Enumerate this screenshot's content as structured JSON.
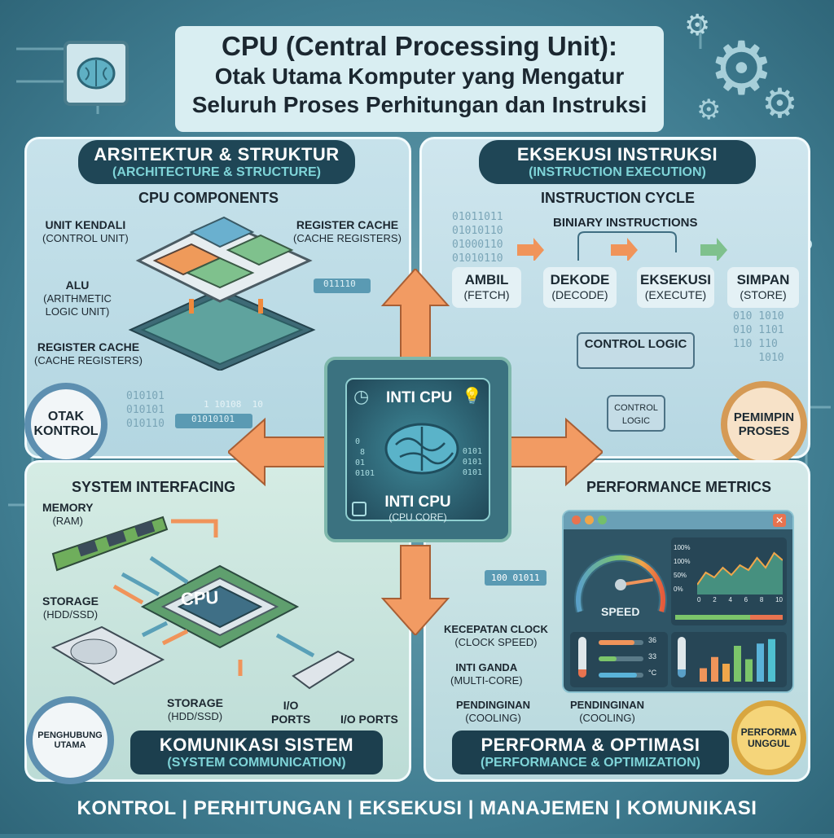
{
  "title": {
    "line1": "CPU (Central Processing Unit):",
    "line2": "Otak Utama Komputer yang Mengatur",
    "line3": "Seluruh Proses Perhitungan dan Instruksi"
  },
  "architecture": {
    "heading": "ARSITEKTUR & STRUKTUR",
    "subheading": "(ARCHITECTURE & STRUCTURE)",
    "section": "CPU COMPONENTS",
    "labels": [
      {
        "main": "UNIT KENDALI",
        "sub": "(CONTROL UNIT)"
      },
      {
        "main": "REGISTER CACHE",
        "sub": "(CACHE REGISTERS)"
      },
      {
        "main": "ALU",
        "sub": "(ARITHMETIC LOGIC UNIT)"
      },
      {
        "main": "REGISTER CACHE",
        "sub": "(CACHE REGISTERS)"
      }
    ],
    "binary_left": "010101\n010101\n010110",
    "binary_arrow1": "1 10108  10",
    "binary_arrow2": "01010101",
    "binary_arrow3": "011110",
    "seal": "OTAK KONTROL"
  },
  "execution": {
    "heading": "EKSEKUSI INSTRUKSI",
    "subheading": "(INSTRUCTION EXECUTION)",
    "section": "INSTRUCTION CYCLE",
    "binary_label": "BINIARY INSTRUCTIONS",
    "binary_top": "01011011\n01010110\n01000110\n01010110",
    "binary_right": "010 1010\n010 1101\n110 110\n    1010",
    "steps": [
      {
        "main": "AMBIL",
        "sub": "(FETCH)"
      },
      {
        "main": "DEKODE",
        "sub": "(DECODE)"
      },
      {
        "main": "EKSEKUSI",
        "sub": "(EXECUTE)"
      },
      {
        "main": "SIMPAN",
        "sub": "(STORE)"
      }
    ],
    "control_logic": "CONTROL LOGIC",
    "control_logic_small": "CONTROL LOGIC",
    "seal": "PEMIMPIN PROSES"
  },
  "core": {
    "title": "INTI CPU",
    "label": "INTI CPU",
    "sublabel": "(CPU CORE)",
    "binary": "0101\n0101\n0101",
    "binary_left": "0\n 8\n01\n0101"
  },
  "interfacing": {
    "heading": "KOMUNIKASI SISTEM",
    "subheading": "(SYSTEM COMMUNICATION)",
    "section": "SYSTEM INTERFACING",
    "memory": {
      "main": "MEMORY",
      "sub": "(RAM)"
    },
    "storage1": {
      "main": "STORAGE",
      "sub": "(HDD/SSD)"
    },
    "storage2": {
      "main": "STORAGE",
      "sub": "(HDD/SSD)"
    },
    "io1": {
      "main": "I/O",
      "sub": "PORTS"
    },
    "io2": "I/O PORTS",
    "cpu": "CPU",
    "seal": "PENGHUBUNG UTAMA"
  },
  "performance": {
    "heading": "PERFORMA & OPTIMASI",
    "subheading": "(PERFORMANCE & OPTIMIZATION)",
    "section": "PERFORMANCE METRICS",
    "binary": "100 01011",
    "metrics": [
      {
        "main": "KECEPATAN CLOCK",
        "sub": "(CLOCK SPEED)"
      },
      {
        "main": "INTI GANDA",
        "sub": "(MULTI-CORE)"
      },
      {
        "main": "PENDINGINAN",
        "sub": "(COOLING)"
      }
    ],
    "cooling_label": {
      "main": "PENDINGINAN",
      "sub": "(COOLING)"
    },
    "gauge_label": "SPEED",
    "gauge_fraction": 0.8,
    "chart": {
      "y_ticks": [
        "100%",
        "100%",
        "50%",
        "0%"
      ],
      "x_ticks": [
        "0",
        "2",
        "4",
        "6",
        "8",
        "10"
      ],
      "values": [
        20,
        45,
        35,
        55,
        40,
        60,
        50,
        75,
        55,
        85,
        70
      ]
    },
    "load_bar": {
      "green": 0.7,
      "red": 0.3
    },
    "temps": [
      {
        "value": "36",
        "fill": 0.8
      },
      {
        "value": "33",
        "fill": 0.4
      },
      {
        "value": "°C",
        "fill": 0.85
      }
    ],
    "bars": [
      30,
      55,
      40,
      80,
      50,
      85,
      95
    ],
    "seal": "PERFORMA UNGGUL"
  },
  "footer": "KONTROL | PERHITUNGAN | EKSEKUSI | MANAJEMEN | KOMUNIKASI"
}
